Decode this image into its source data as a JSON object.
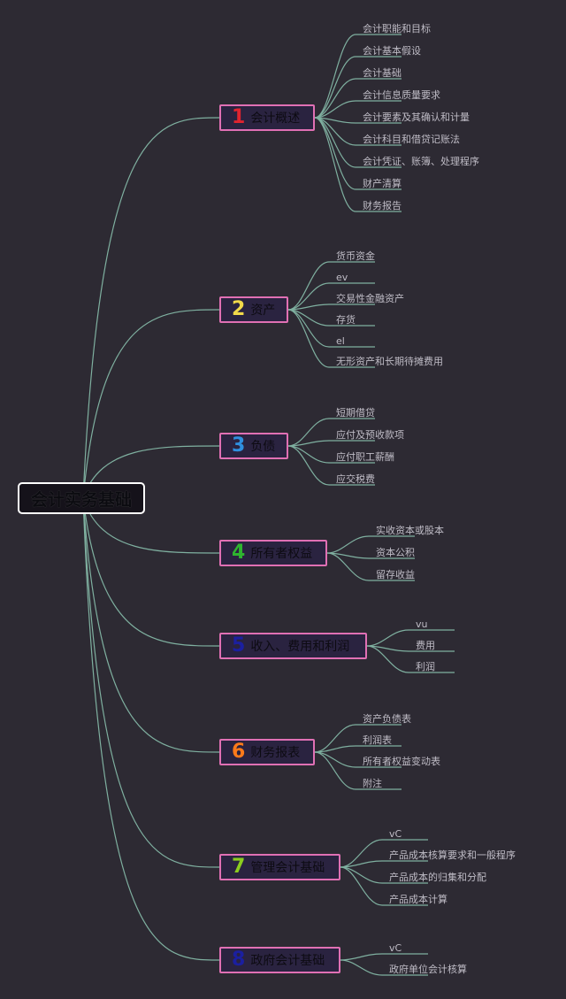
{
  "root": {
    "label": "会计实务基础"
  },
  "branches": [
    {
      "num": "1",
      "color": "#e0242f",
      "label": "会计概述",
      "items": [
        "会计职能和目标",
        "会计基本假设",
        "会计基础",
        "会计信息质量要求",
        "会计要素及其确认和计量",
        "会计科目和借贷记账法",
        "会计凭证、账簿、处理程序",
        "财产清算",
        "财务报告"
      ]
    },
    {
      "num": "2",
      "color": "#f2d94a",
      "label": "资产",
      "items": [
        "货币资金",
        "ev",
        "交易性金融资产",
        "存货",
        "el",
        "无形资产和长期待摊费用"
      ]
    },
    {
      "num": "3",
      "color": "#2f8fe0",
      "label": "负债",
      "items": [
        "短期借贷",
        "应付及预收款项",
        "应付职工薪酬",
        "应交税费"
      ]
    },
    {
      "num": "4",
      "color": "#2fb52f",
      "label": "所有者权益",
      "items": [
        "实收资本或股本",
        "资本公积",
        "留存收益"
      ]
    },
    {
      "num": "5",
      "color": "#1b1fa0",
      "label": "收入、费用和利润",
      "items": [
        "vu",
        "费用",
        "利润"
      ]
    },
    {
      "num": "6",
      "color": "#ff7a1a",
      "label": "财务报表",
      "items": [
        "资产负债表",
        "利润表",
        "所有者权益变动表",
        "附注"
      ]
    },
    {
      "num": "7",
      "color": "#8ccc1f",
      "label": "管理会计基础",
      "items": [
        "vC",
        "产品成本核算要求和一般程序",
        "产品成本的归集和分配",
        "产品成本计算"
      ]
    },
    {
      "num": "8",
      "color": "#1b1fa0",
      "label": "政府会计基础",
      "items": [
        "vC",
        "政府单位会计核算"
      ]
    }
  ],
  "colors": {
    "line": "#7fb0a0",
    "node_border": "#e070b4",
    "root_border": "#ffffff",
    "background": "#2d2a33"
  }
}
